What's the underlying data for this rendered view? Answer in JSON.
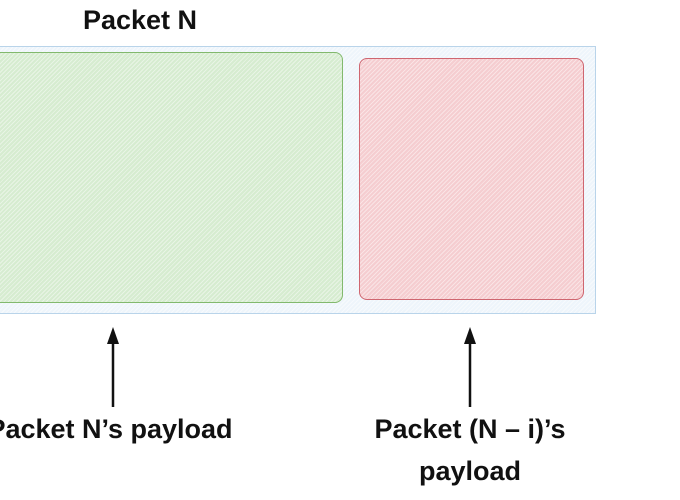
{
  "diagram": {
    "title": "Packet N",
    "regions": [
      {
        "id": "current-payload",
        "color": "#d6ecd0"
      },
      {
        "id": "previous-payload",
        "color": "#f5cdd0"
      }
    ],
    "labels": {
      "left": "Packet N’s payload",
      "right_line1": "Packet (N – i)’s",
      "right_line2": "payload"
    },
    "colors": {
      "container": "#eef5fb",
      "green": "#d6ecd0",
      "red": "#f5cdd0",
      "text": "#111111"
    }
  }
}
